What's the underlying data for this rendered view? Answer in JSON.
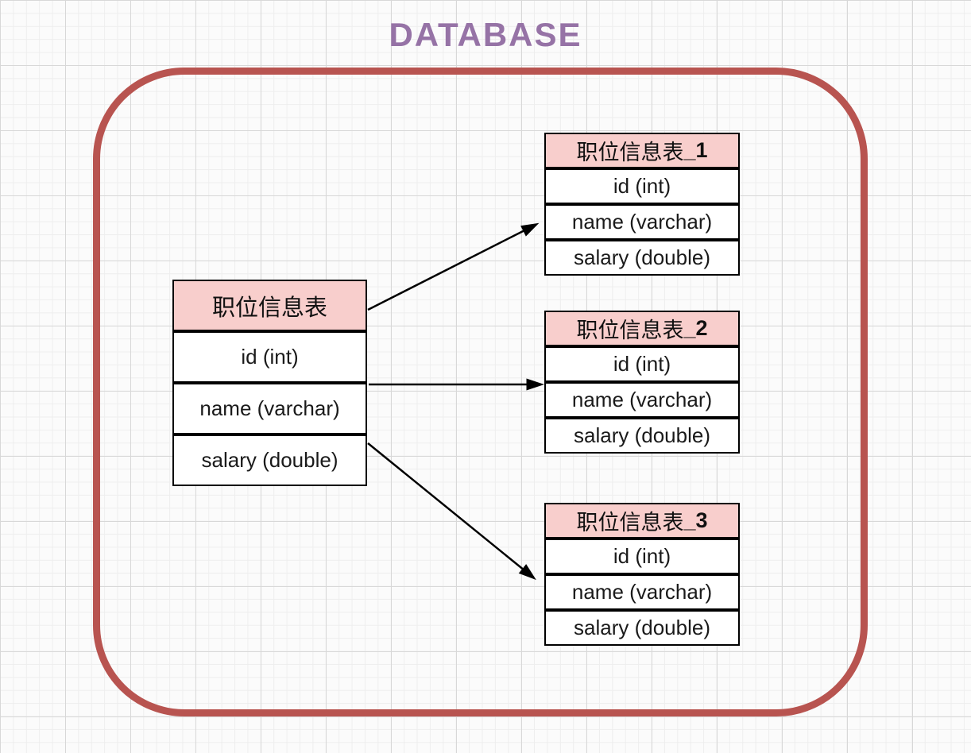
{
  "title": "DATABASE",
  "colors": {
    "title": "#9673A6",
    "frame_border": "#B85450",
    "header_fill": "#F8CECC",
    "cell_border": "#000000",
    "arrow": "#000000",
    "grid_minor": "#eeeeee",
    "grid_major": "#d8d8d8",
    "background": "#fbfbfb"
  },
  "main_table": {
    "name": "职位信息表",
    "rows": [
      "id (int)",
      "name (varchar)",
      "salary (double)"
    ]
  },
  "shard_tables": [
    {
      "name": "职位信息表",
      "suffix": "_1",
      "rows": [
        "id (int)",
        "name (varchar)",
        "salary (double)"
      ]
    },
    {
      "name": "职位信息表",
      "suffix": "_2",
      "rows": [
        "id (int)",
        "name (varchar)",
        "salary (double)"
      ]
    },
    {
      "name": "职位信息表",
      "suffix": "_3",
      "rows": [
        "id (int)",
        "name (varchar)",
        "salary (double)"
      ]
    }
  ]
}
